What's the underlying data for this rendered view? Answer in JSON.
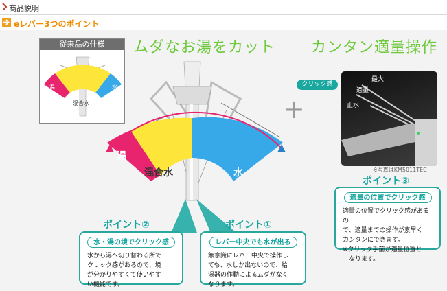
{
  "header": {
    "section_label": "商品説明",
    "sub_label": "eレバー3つのポイント"
  },
  "headlines": {
    "left": "ムダなお湯をカット",
    "right": "カンタン適量操作"
  },
  "previous_model": {
    "title": "従来品の仕様",
    "hot_label": "湯",
    "mixed_label": "混合水",
    "water_label": "水"
  },
  "main_arc": {
    "hot_label": "湯",
    "mixed_label": "混合水",
    "water_label": "水"
  },
  "plus_sign": "+",
  "photo": {
    "click_label": "クリック感",
    "max_label": "最大",
    "proper_label": "適量",
    "stop_label": "止水",
    "note": "※写真はKM5011TEC"
  },
  "points": [
    {
      "title": "ポイント②",
      "pill": "水・湯の境でクリック感",
      "body": "水から湯へ切り替わる所で\nクリック感があるので、境\nが分かりやすくて使いやす\nい機能です。"
    },
    {
      "title": "ポイント①",
      "pill": "レバー中央でも水が出る",
      "body": "無意識にレバー中央で操作し\nても、水しか出ないので、給\n湯器の作動によるムダがなく\nなります。"
    },
    {
      "title": "ポイント③",
      "pill": "適量の位置でクリック感",
      "body": "適量の位置でクリック感があるの\nで、適量までの操作が素早く\nカンタンにできます。\n※クリック手前が適量位置と\n　なります。"
    }
  ],
  "colors": {
    "hot": "#e8246e",
    "mixed": "#fde53a",
    "water": "#37a8e8",
    "accent_green": "#6cc93a",
    "accent_teal": "#16a6a0",
    "header_orange": "#f08c00"
  }
}
